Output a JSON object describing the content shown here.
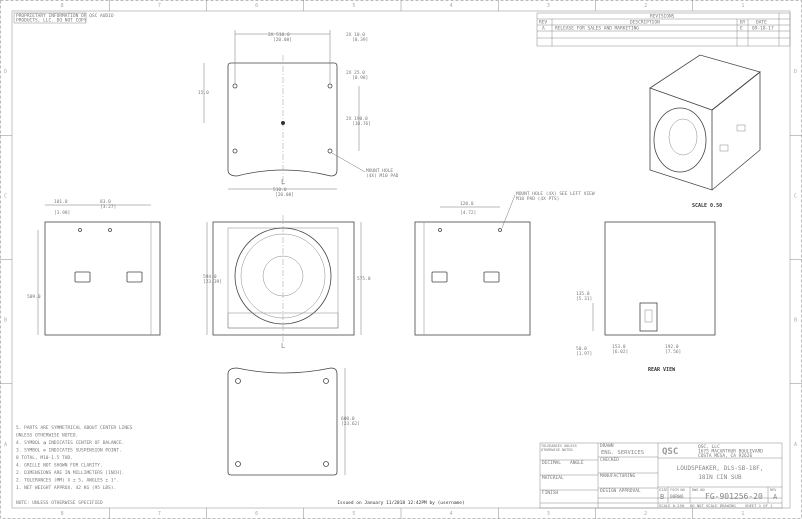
{
  "sheet": {
    "zones_top": [
      "8",
      "7",
      "6",
      "5",
      "4",
      "3",
      "2",
      "1"
    ],
    "zones_side": [
      "D",
      "C",
      "B",
      "A"
    ],
    "stamp": [
      "PROPRIETARY INFORMATION OF QSC AUDIO",
      "PRODUCTS, LLC. DO NOT COPY"
    ],
    "issued": "Issued on January 11/2018 12:42PM by (username)"
  },
  "revisions": {
    "title": "REVISIONS",
    "headers": [
      "REV",
      "DESCRIPTION",
      "BY",
      "DATE"
    ],
    "rows": [
      {
        "rev": "A",
        "description": "RELEASE FOR SALES AND MARKETING",
        "by": "E",
        "date": "09-18-17"
      }
    ]
  },
  "views": {
    "top": {
      "dims": [
        "2X 510.0",
        "[20.08]",
        "2X 10.0",
        "[0.39]",
        "2X 25.0",
        "[0.98]",
        "2X 190.0",
        "[10.76]",
        "15.0",
        "510.0",
        "[20.08]"
      ],
      "callout": [
        "MOUNT HOLE",
        "(4X) M10 PAD"
      ]
    },
    "left": {
      "dims": [
        "101.0",
        "[3.98]",
        "83.0",
        "[3.27]",
        "509.0"
      ]
    },
    "front": {
      "dims": [
        "594.0",
        "[23.39]",
        "575.0"
      ]
    },
    "right": {
      "dims": [
        "120.0",
        "[4.72]"
      ],
      "callout": [
        "MOUNT HOLE (4X) SEE LEFT VIEW",
        "M10 PAD (4X PTS)"
      ]
    },
    "rear": {
      "dims": [
        "135.0",
        "[5.31]",
        "50.0",
        "[1.97]",
        "153.0",
        "[6.02]",
        "192.0",
        "[7.56]"
      ],
      "label": "REAR VIEW"
    },
    "bottom": {
      "dims": [
        "600.0",
        "[23.62]"
      ]
    },
    "iso": {
      "label": "SCALE 0.50"
    },
    "centerline": "L"
  },
  "notes": {
    "items": [
      "5. PARTS ARE SYMMETRICAL ABOUT CENTER LINES",
      "   UNLESS OTHERWISE NOTED.",
      "4. SYMBOL ◑ INDICATES CENTER OF BALANCE.",
      "3. SYMBOL ⊕ INDICATES SUSPENSION POINT.",
      "   8 TOTAL, M10-1.5 THD.",
      "4. GRILLE NOT SHOWN FOR CLARITY.",
      "2. DIMENSIONS ARE IN MILLIMETERS [INCH].",
      "2. TOLERANCES (MM) X ± 5, ANGLES ± 1°.",
      "1. NET WEIGHT APPROX. 42 KG (95 LBS)."
    ],
    "footer": "NOTE: UNLESS OTHERWISE SPECIFIED"
  },
  "title_block": {
    "drawn_label": "DRAWN",
    "drawn": "ENG. SERVICES",
    "checked_label": "CHECKED",
    "mfg_label": "MANUFACTURING",
    "approval_label": "DESIGN APPROVAL",
    "left_cells": [
      "TOLERANCES UNLESS OTHERWISE NOTED",
      "DECIMAL",
      "ANGLE",
      "MATERIAL",
      "FINISH"
    ],
    "company": "QSC",
    "address": [
      "QSC, LLC",
      "1675 MACARTHUR BOULEVARD",
      "COSTA MESA, CA 92626"
    ],
    "title": [
      "LOUDSPEAKER, DLS-SB-18F,",
      "18IN CIN SUB"
    ],
    "size_label": "SIZE",
    "size": "B",
    "fscm_label": "FSCM NO",
    "fscm": "00RW6",
    "dwg_label": "DWG NO",
    "dwg": "FG-901256-20",
    "rev_label": "REV",
    "rev": "A",
    "scale": "SCALE 0.250",
    "do_not_scale": "DO NOT SCALE DRAWING",
    "sheet": "SHEET 1 OF 1"
  }
}
